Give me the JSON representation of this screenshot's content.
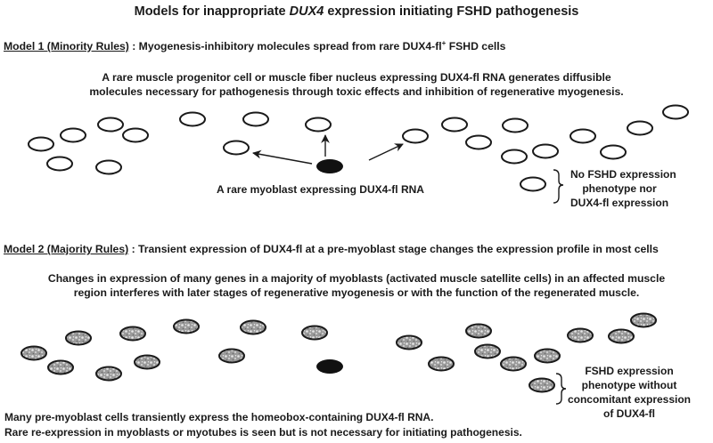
{
  "title": {
    "prefix": "Models for inappropriate ",
    "gene": "DUX4",
    "suffix": " expression initiating FSHD pathogenesis"
  },
  "model1": {
    "label": "Model 1 (Minority Rules)",
    "summary_prefix": " : Myogenesis-inhibitory molecules spread from rare DUX4-fl",
    "summary_sup": "+",
    "summary_suffix": " FSHD cells",
    "description_line1": "A rare muscle progenitor cell or muscle fiber nucleus expressing DUX4-fl RNA generates diffusible",
    "description_line2": "molecules necessary for pathogenesis through toxic effects and inhibition of regenerative myogenesis.",
    "caption": "A  rare myoblast  expressing DUX4-fl RNA",
    "brace_label": [
      "No FSHD expression",
      "phenotype nor",
      "DUX4-fl expression"
    ]
  },
  "model2": {
    "label": "Model 2 (Majority Rules)",
    "summary": " : Transient expression of DUX4-fl at a pre-myoblast stage changes the expression profile in most cells",
    "description_line1": "Changes in expression of many genes in a majority of myoblasts (activated muscle satellite cells) in an affected muscle",
    "description_line2": "region interferes with later stages of regenerative myogenesis or with the function of the regenerated muscle.",
    "brace_label": [
      "FSHD expression",
      "phenotype without",
      "concomitant expression",
      "of DUX4-fl"
    ],
    "footer_line1": "Many pre-myoblast cells transiently express  the homeobox-containing DUX4-fl RNA.",
    "footer_line2": "Rare re-expression  in myoblasts or myotubes is seen but is not necessary for initiating pathogenesis."
  }
}
